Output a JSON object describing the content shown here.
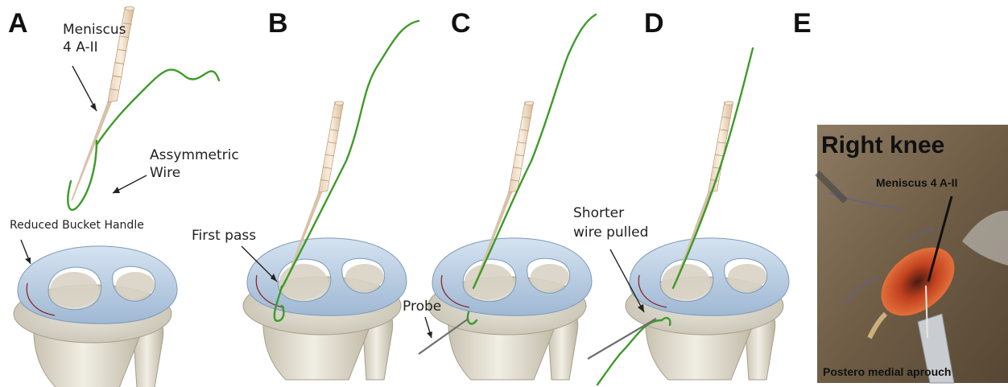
{
  "panels": {
    "a": {
      "letter": "A",
      "label_device_line1": "Meniscus",
      "label_device_line2": "4 A-II",
      "label_wire_line1": "Assymmetric",
      "label_wire_line2": "Wire",
      "label_tear": "Reduced Bucket Handle"
    },
    "b": {
      "letter": "B",
      "label_pass": "First pass"
    },
    "c": {
      "letter": "C",
      "label_probe": "Probe"
    },
    "d": {
      "letter": "D",
      "label_pull_line1": "Shorter",
      "label_pull_line2": "wire pulled"
    },
    "e": {
      "letter": "E",
      "photo_title": "Right knee",
      "photo_device_label": "Meniscus 4 A-II",
      "photo_footer": "Postero medial aprouch"
    }
  },
  "colors": {
    "wire": "#3f9a2a",
    "meniscus": "#b7cde4",
    "bone": "#ddd8c8",
    "device": "#f0ddc8",
    "tear_line": "#8a2a2a"
  },
  "icons": [
    "knee-joint-illustration",
    "suture-device",
    "probe-instrument",
    "surgical-photo"
  ]
}
